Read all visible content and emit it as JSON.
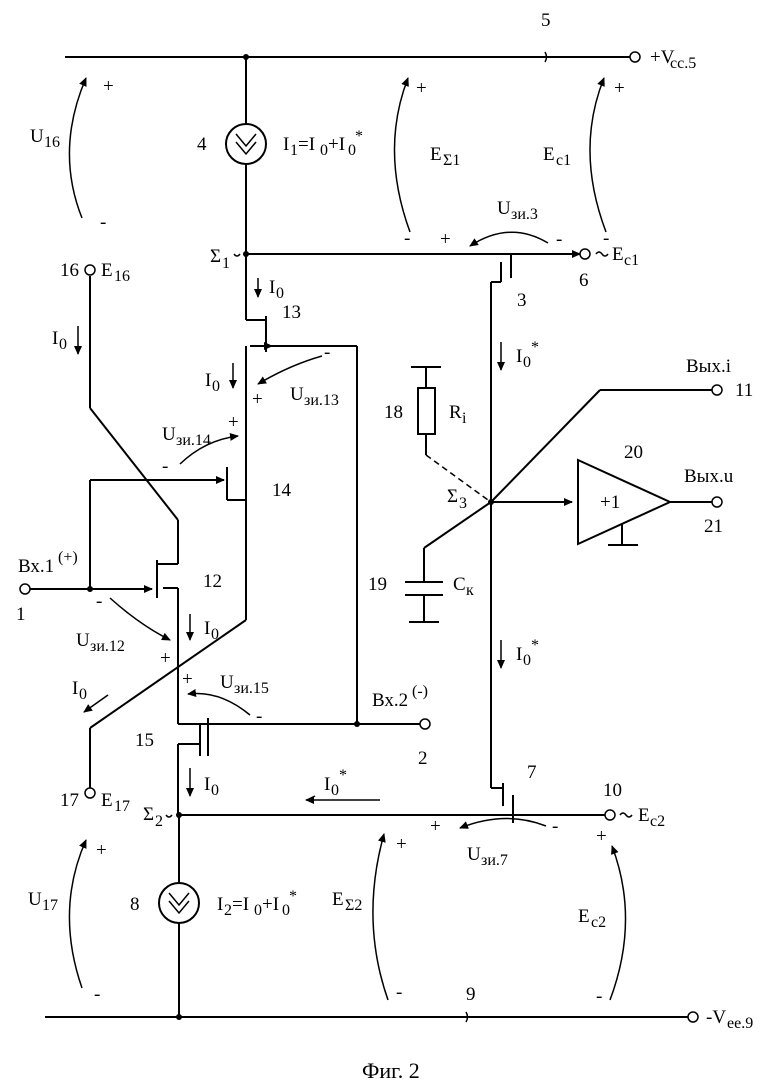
{
  "caption": "Фиг. 2",
  "rails": {
    "vcc_label": "+V",
    "vcc_sub": "cc.5",
    "vee_label": "-V",
    "vee_sub": "ee.9",
    "vcc_num": "5",
    "vee_num": "9"
  },
  "sources": {
    "i1_num": "4",
    "i1_label": "I",
    "i1_sub": "1",
    "i1_eq": "=I",
    "i1_sub0": "0",
    "i1_plus": "+I",
    "i1_sub0b": "0",
    "i1_star": "*",
    "i2_num": "8",
    "i2_label": "I",
    "i2_sub": "2",
    "i2_eq": "=I",
    "i2_sub0": "0",
    "i2_plus": "+I",
    "i2_sub0b": "0",
    "i2_star": "*"
  },
  "nodes": {
    "sigma1": "Σ",
    "sigma1_sub": "1",
    "sigma2": "Σ",
    "sigma2_sub": "2",
    "sigma3": "Σ",
    "sigma3_sub": "3"
  },
  "voltages": {
    "u16": "U",
    "u16_sub": "16",
    "u17": "U",
    "u17_sub": "17",
    "esum1": "E",
    "esum1_sub": "Σ1",
    "esum2": "E",
    "esum2_sub": "Σ2",
    "ec1": "E",
    "ec1_sub": "c1",
    "ec2": "E",
    "ec2_sub": "c2",
    "uzi3": "U",
    "uzi3_sub": "зи.3",
    "uzi7": "U",
    "uzi7_sub": "зи.7",
    "uzi12": "U",
    "uzi12_sub": "зи.12",
    "uzi13": "U",
    "uzi13_sub": "зи.13",
    "uzi14": "U",
    "uzi14_sub": "зи.14",
    "uzi15": "U",
    "uzi15_sub": "зи.15",
    "plus": "+",
    "minus": "-"
  },
  "terminals": {
    "e16_num": "16",
    "e16": "E",
    "e16_sub": "16",
    "e17_num": "17",
    "e17": "E",
    "e17_sub": "17",
    "in1": "Вх.1",
    "in1_sup": "(+)",
    "in1_num": "1",
    "in2": "Вх.2",
    "in2_sup": "(-)",
    "in2_num": "2",
    "ec1_num": "6",
    "ec1": "E",
    "ec1_sub": "c1",
    "ec2_num": "10",
    "ec2": "E",
    "ec2_sub": "c2",
    "outi": "Вых.i",
    "outi_num": "11",
    "outu": "Вых.u",
    "outu_num": "21"
  },
  "transistors": {
    "t3": "3",
    "t7": "7",
    "t12": "12",
    "t13": "13",
    "t14": "14",
    "t15": "15"
  },
  "passives": {
    "r_num": "18",
    "r_label": "R",
    "r_sub": "i",
    "c_num": "19",
    "c_label": "C",
    "c_sub": "к",
    "buf_num": "20",
    "buf_gain": "+1"
  },
  "currents": {
    "i0": "I",
    "i0_sub": "0",
    "i0_star": "*"
  }
}
